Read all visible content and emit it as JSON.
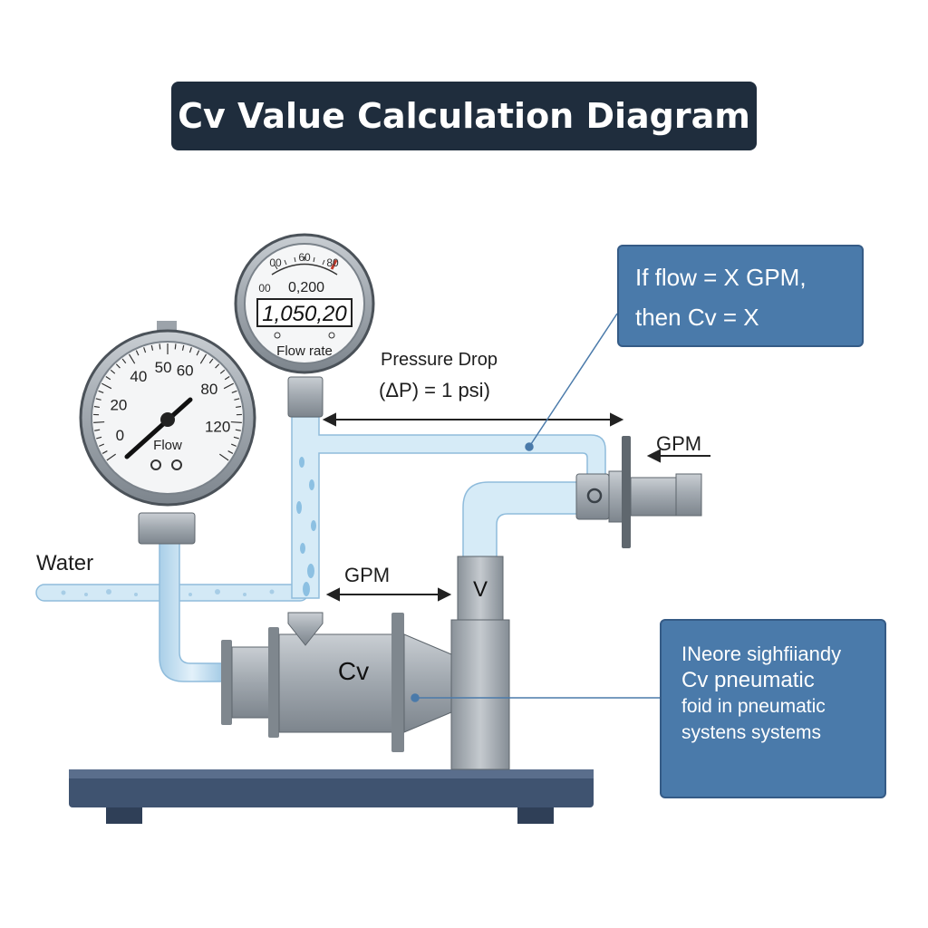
{
  "title": "Cv Value Calculation Diagram",
  "labels": {
    "pressure_drop_line1": "Pressure Drop",
    "pressure_drop_line2": "(ΔP) = 1 psi)",
    "gpm_right": "GPM",
    "gpm_middle": "GPM",
    "water": "Water",
    "valve_v": "V",
    "valve_cv": "Cv"
  },
  "callout_top": {
    "line1": "If flow = X GPM,",
    "line2": "then Cv = X"
  },
  "callout_bottom": {
    "line1": "INeore sighfiiandy",
    "line2": "Cv pneumatic",
    "line3": "foid in pneumatic",
    "line4": "systens systems"
  },
  "flow_meter": {
    "scale_labels": [
      "00",
      "60",
      "80"
    ],
    "left_label": "00",
    "sub_reading": "0,200",
    "digital_reading": "1,050,20",
    "caption": "Flow rate"
  },
  "pressure_gauge": {
    "tick_labels": [
      "0",
      "20",
      "40",
      "50",
      "60",
      "80",
      "120"
    ],
    "caption": "Flow"
  },
  "colors": {
    "title_bg": "#1f2d3d",
    "callout_bg": "#4a7aaa",
    "water": "#cfe6f5",
    "metal": "#9ea5ac",
    "base": "#3f5370"
  }
}
